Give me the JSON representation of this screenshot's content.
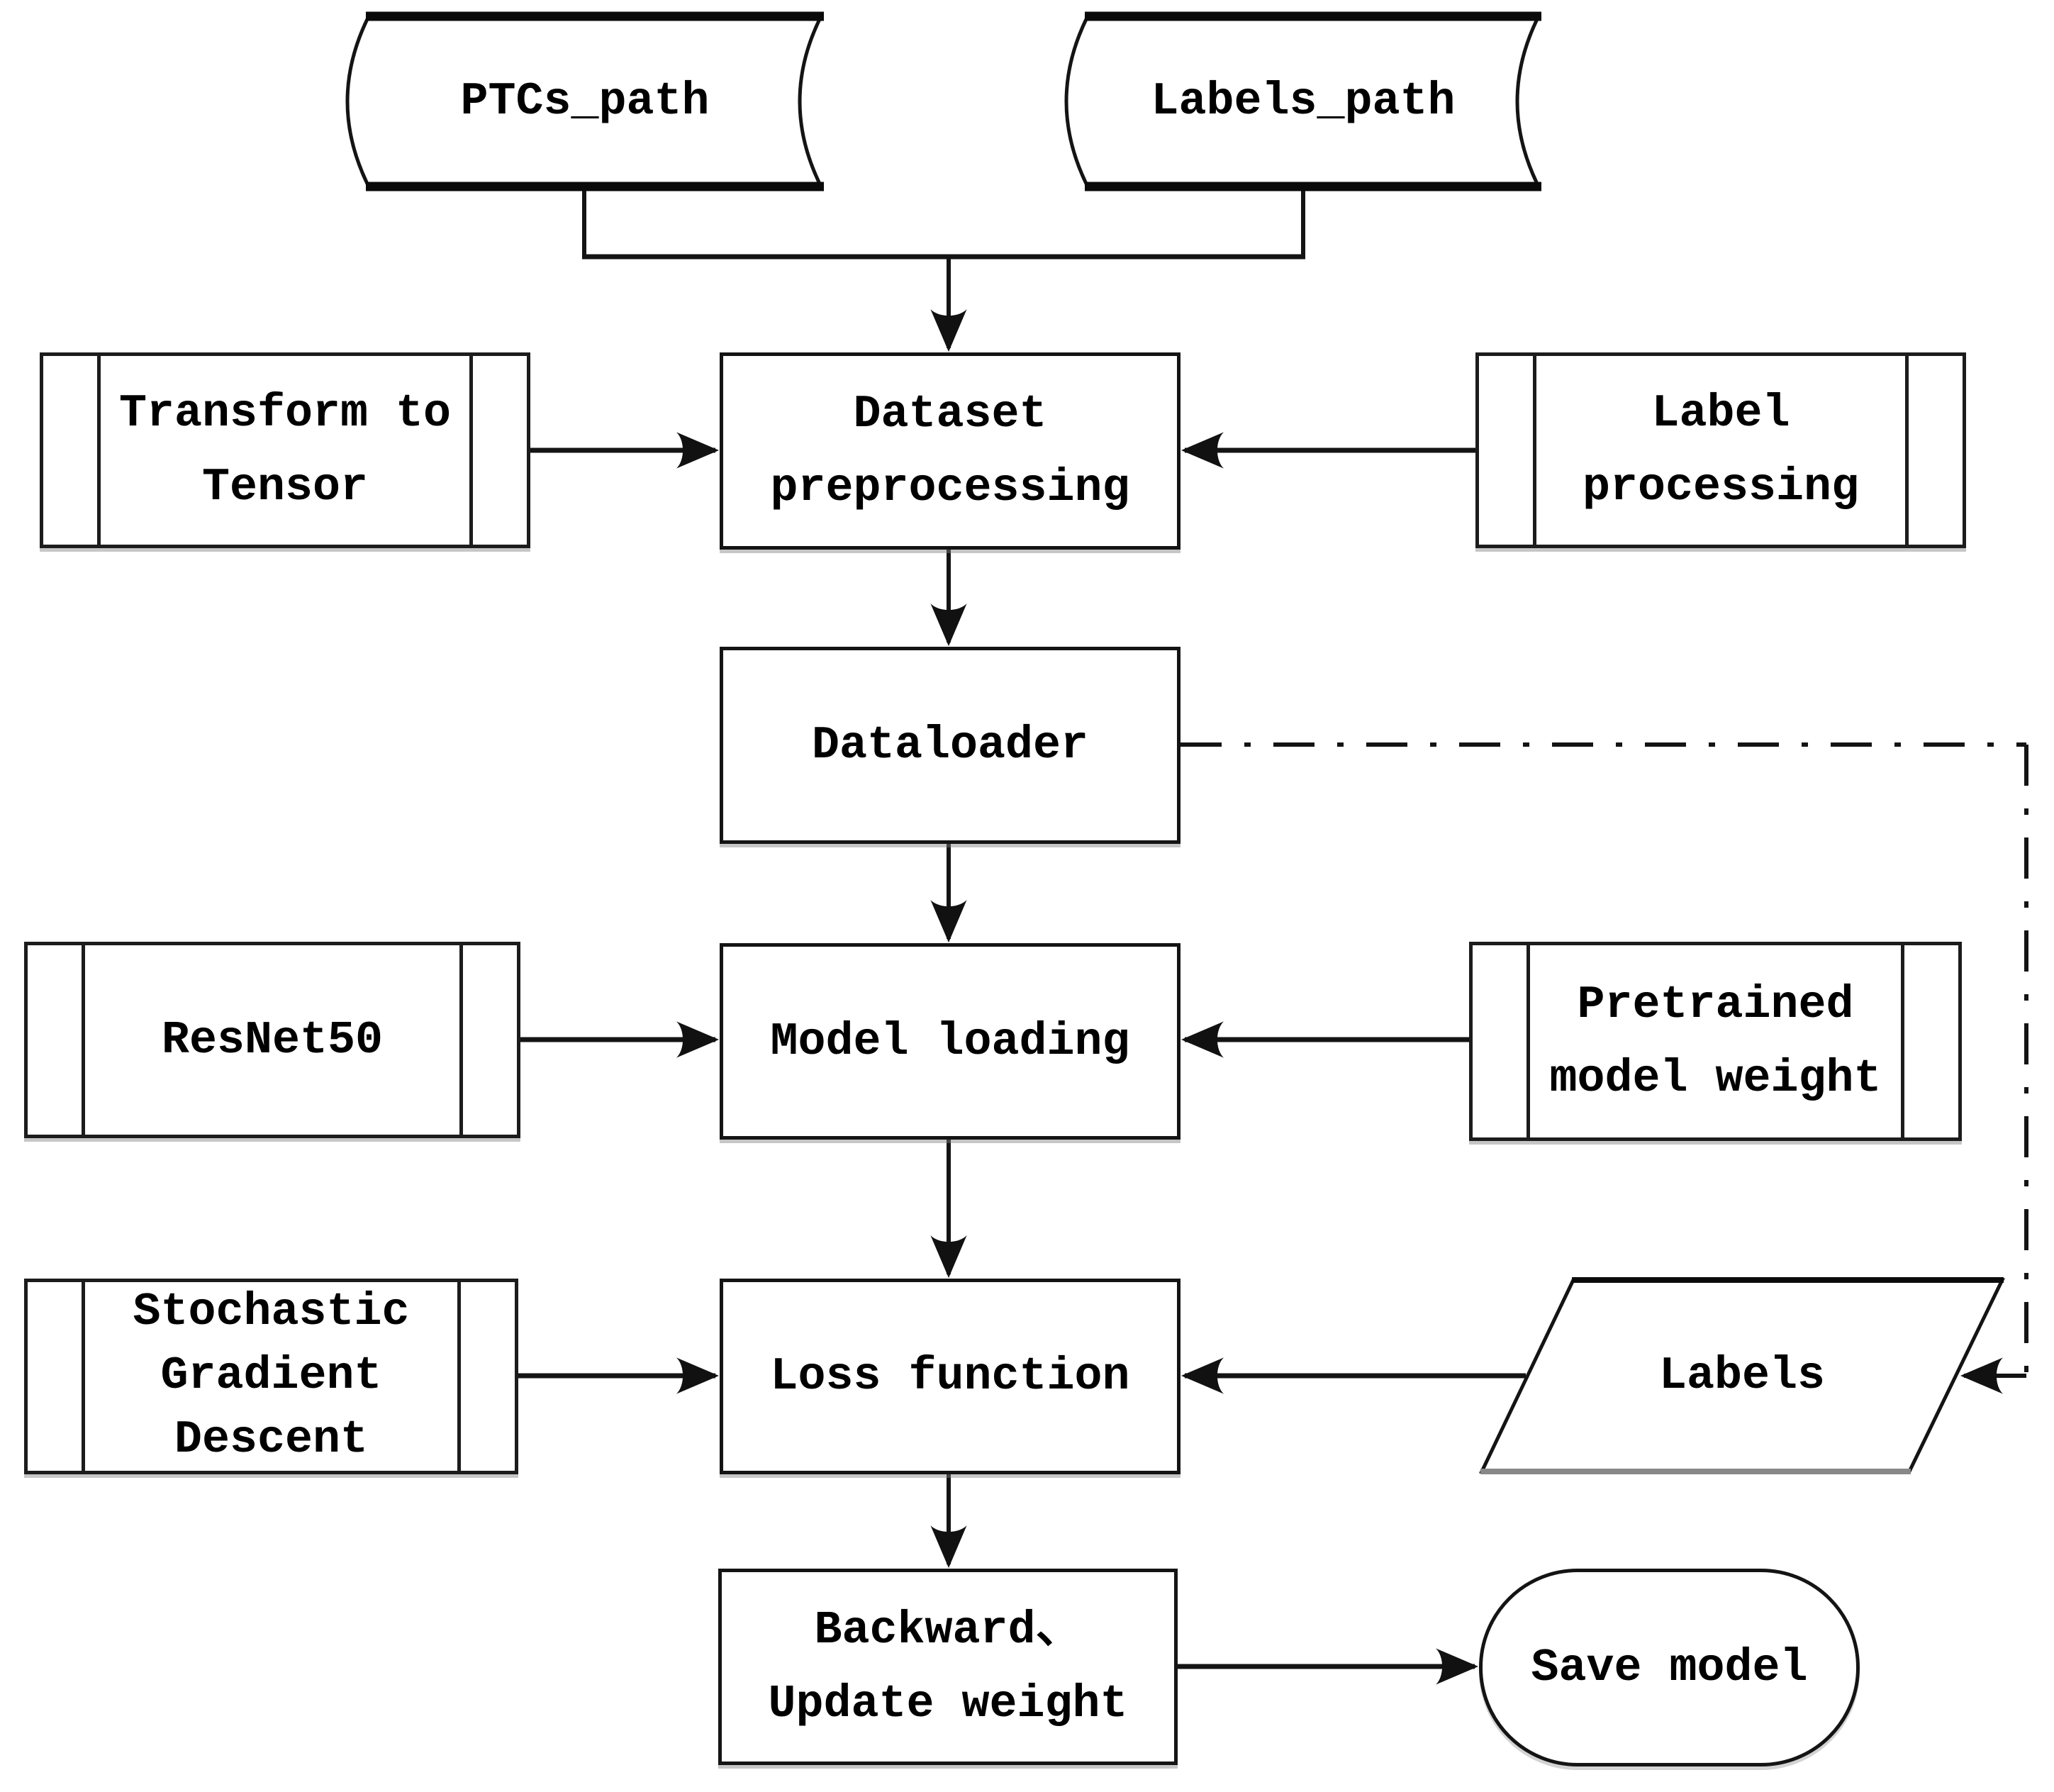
{
  "figure": {
    "type": "flowchart",
    "background": "#ffffff",
    "line_color": "#141414",
    "text_color": "#000000"
  },
  "nodes": {
    "ptcs_path": {
      "shape": "tape",
      "label": "PTCs_path"
    },
    "labels_path": {
      "shape": "tape",
      "label": "Labels_path"
    },
    "transform_to_tensor": {
      "shape": "predefined-process",
      "lines": [
        "Transform to",
        "Tensor"
      ]
    },
    "dataset_preprocessing": {
      "shape": "process",
      "lines": [
        "Dataset",
        "preprocessing"
      ]
    },
    "label_processing": {
      "shape": "predefined-process",
      "lines": [
        "Label",
        "processing"
      ]
    },
    "dataloader": {
      "shape": "process",
      "label": "Dataloader"
    },
    "resnet50": {
      "shape": "predefined-process",
      "label": "ResNet50"
    },
    "model_loading": {
      "shape": "process",
      "label": "Model loading"
    },
    "pretrained_model_weight": {
      "shape": "predefined-process",
      "lines": [
        "Pretrained",
        "model weight"
      ]
    },
    "stochastic_gradient_descent": {
      "shape": "predefined-process",
      "lines": [
        "Stochastic",
        "Gradient",
        "Descent"
      ]
    },
    "loss_function": {
      "shape": "process",
      "label": "Loss function"
    },
    "labels": {
      "shape": "data-parallelogram",
      "label": "Labels"
    },
    "backward_update_weight": {
      "shape": "process",
      "lines": [
        "Backward、",
        "Update weight"
      ]
    },
    "save_model": {
      "shape": "terminator",
      "label": "Save model"
    }
  },
  "edges": [
    {
      "from": "ptcs_path",
      "to": "dataset_preprocessing",
      "style": "solid-arrow"
    },
    {
      "from": "labels_path",
      "to": "dataset_preprocessing",
      "style": "solid-arrow"
    },
    {
      "from": "transform_to_tensor",
      "to": "dataset_preprocessing",
      "style": "solid-arrow"
    },
    {
      "from": "label_processing",
      "to": "dataset_preprocessing",
      "style": "solid-arrow"
    },
    {
      "from": "dataset_preprocessing",
      "to": "dataloader",
      "style": "solid-arrow"
    },
    {
      "from": "dataloader",
      "to": "model_loading",
      "style": "solid-arrow"
    },
    {
      "from": "resnet50",
      "to": "model_loading",
      "style": "solid-arrow"
    },
    {
      "from": "pretrained_model_weight",
      "to": "model_loading",
      "style": "solid-arrow"
    },
    {
      "from": "model_loading",
      "to": "loss_function",
      "style": "solid-arrow"
    },
    {
      "from": "stochastic_gradient_descent",
      "to": "loss_function",
      "style": "solid-arrow"
    },
    {
      "from": "labels",
      "to": "loss_function",
      "style": "solid-arrow"
    },
    {
      "from": "dataloader",
      "to": "labels",
      "style": "dash-dot-arrow"
    },
    {
      "from": "loss_function",
      "to": "backward_update_weight",
      "style": "solid-arrow"
    },
    {
      "from": "backward_update_weight",
      "to": "save_model",
      "style": "solid-arrow"
    }
  ]
}
